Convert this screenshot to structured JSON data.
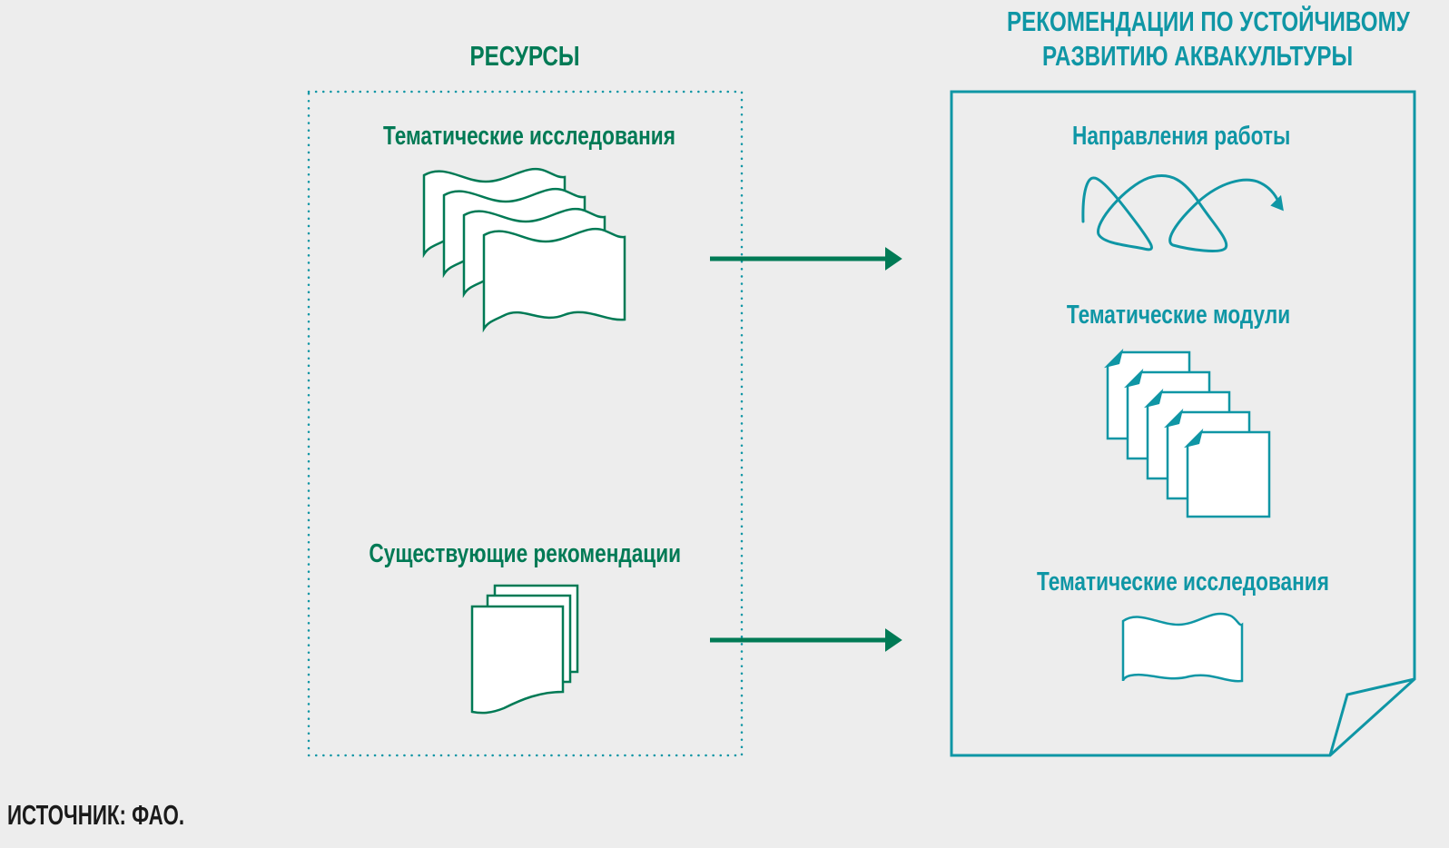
{
  "colors": {
    "background": "#ededed",
    "resources_green": "#007a55",
    "guidelines_teal": "#0f96a5",
    "source_text": "#1a1a1a"
  },
  "left_panel": {
    "title": "РЕСУРСЫ",
    "items": [
      {
        "label": "Тематические исследования",
        "icon": "wavy-pages-stack-icon"
      },
      {
        "label": "Существующие рекомендации",
        "icon": "document-stack-icon"
      }
    ]
  },
  "right_panel": {
    "title_line1": "РЕКОМЕНДАЦИИ ПО УСТОЙЧИВОМУ",
    "title_line2": "РАЗВИТИЮ АКВАКУЛЬТУРЫ",
    "items": [
      {
        "label": "Направления работы",
        "icon": "looping-arrow-icon"
      },
      {
        "label": "Тематические модули",
        "icon": "module-pages-stack-icon"
      },
      {
        "label": "Тематические исследования",
        "icon": "wavy-page-icon"
      }
    ]
  },
  "arrows": [
    {
      "from": "Тематические исследования",
      "to": "РЕКОМЕНДАЦИИ ПО УСТОЙЧИВОМУ РАЗВИТИЮ АКВАКУЛЬТУРЫ"
    },
    {
      "from": "Существующие рекомендации",
      "to": "РЕКОМЕНДАЦИИ ПО УСТОЙЧИВОМУ РАЗВИТИЮ АКВАКУЛЬТУРЫ"
    }
  ],
  "source": "ИСТОЧНИК: ФАО."
}
